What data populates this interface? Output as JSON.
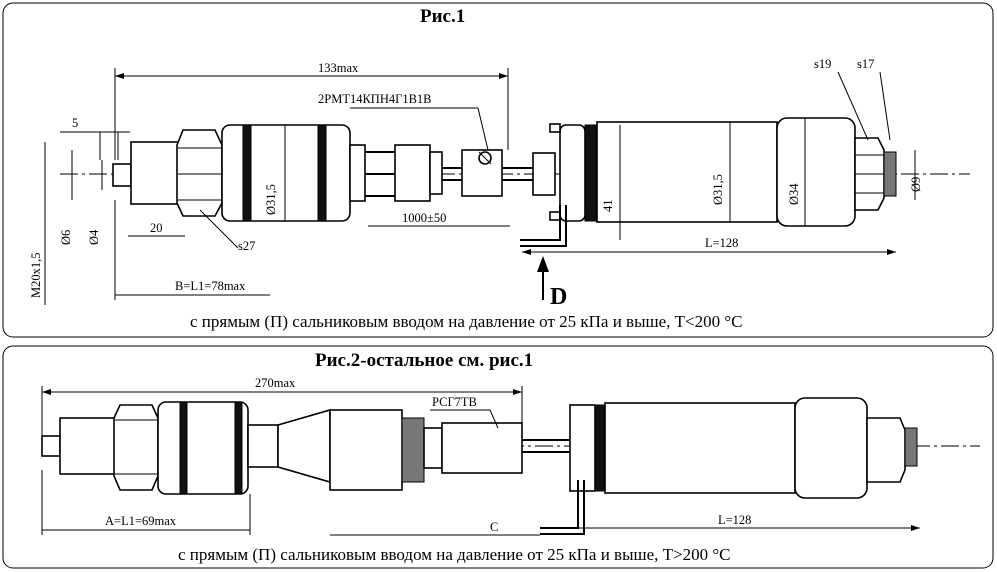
{
  "figure1": {
    "title": "Рис.1",
    "caption": "с прямым (П) сальниковым вводом на давление от 25 кПа и выше, T<200  °С",
    "dimensions": {
      "overall": "133max",
      "connector": "2РМТ14КПН4Г1В1В",
      "thread_len": "5",
      "d6": "Ø6",
      "d4": "Ø4",
      "thread": "M20x1,5",
      "hex_len": "20",
      "hex_key": "s27",
      "dia_left": "Ø31,5",
      "cable_len": "1000±50",
      "b_len": "В=L1=78max",
      "h41": "41",
      "dia_right": "Ø31,5",
      "dia_34": "Ø34",
      "l_len": "L=128",
      "s19": "s19",
      "s17": "s17",
      "d9": "Ø9",
      "view": "D"
    }
  },
  "figure2": {
    "title": "Рис.2-остальное см. рис.1",
    "caption": "с прямым (П) сальниковым вводом на давление от 25 кПа и выше, T>200 °С",
    "dimensions": {
      "overall": "270max",
      "connector": "РСГ7ТВ",
      "a_len": "А=L1=69max",
      "c": "С",
      "l_len": "L=128"
    }
  }
}
